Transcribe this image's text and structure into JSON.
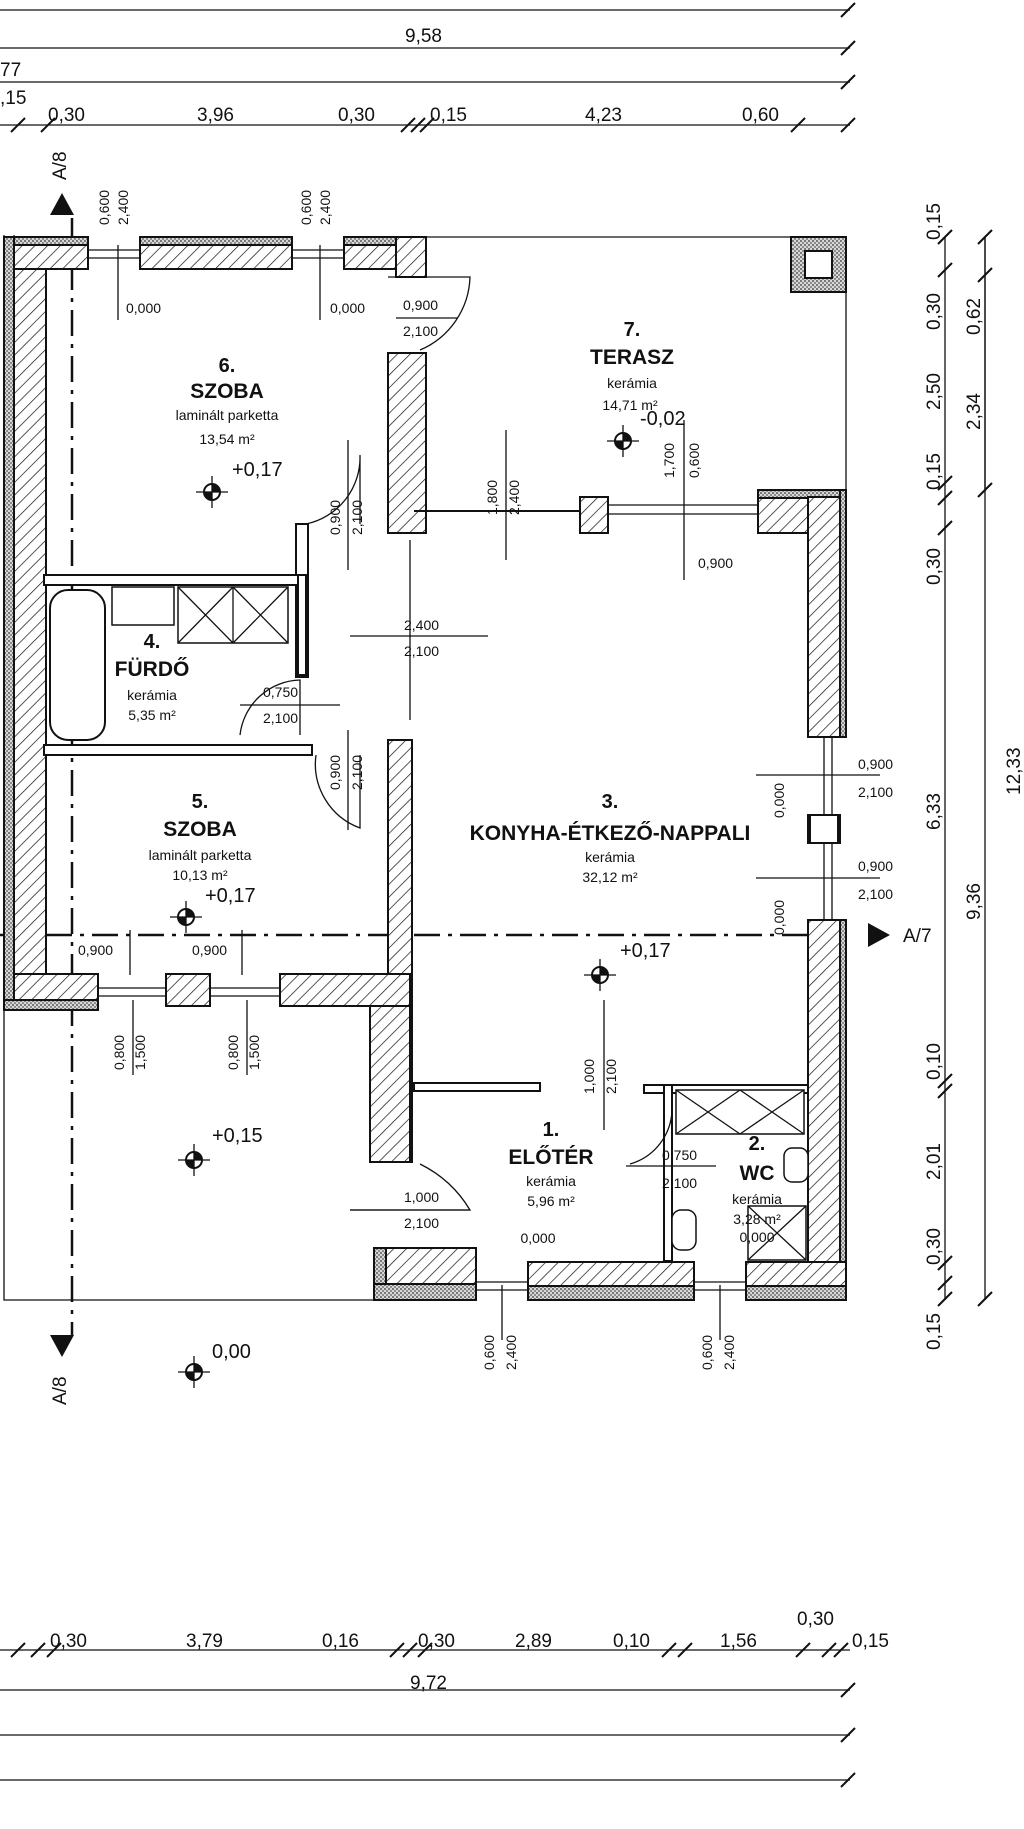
{
  "dimensions": {
    "top_total": "9,58",
    "top_partial_left_a": "77",
    "top_partial_left_b": ",15",
    "top_row": [
      "0,30",
      "3,96",
      "0,30",
      "0,15",
      "4,23",
      "0,60"
    ],
    "bottom_row": [
      "0,30",
      "3,79",
      "0,16",
      "0,30",
      "2,89",
      "0,10",
      "1,56",
      "0,30",
      "0,15"
    ],
    "bottom_total": "9,72",
    "right_row": [
      "0,15",
      "0,30",
      "2,50",
      "0,15",
      "0,30",
      "6,33",
      "0,10",
      "2,01",
      "0,30",
      "0,15"
    ],
    "right_mid": [
      "0,62",
      "2,34",
      "9,36"
    ],
    "right_total": "12,33"
  },
  "openings": {
    "w_top_1": [
      "0,600",
      "2,400"
    ],
    "w_top_2": [
      "0,600",
      "2,400"
    ],
    "w_left_1": [
      "0,800",
      "1,500"
    ],
    "w_left_2": [
      "0,800",
      "1,500"
    ],
    "w_bottom_1": [
      "0,600",
      "2,400"
    ],
    "w_bottom_2": [
      "0,600",
      "2,400"
    ],
    "terrace_window": [
      "1,700",
      "0,600"
    ],
    "terrace_opening": [
      "1,800",
      "2,400"
    ],
    "door_6": [
      "0,900",
      "2,100"
    ],
    "door_6_corridor": [
      "0,900",
      "2,100"
    ],
    "door_5": [
      "0,900",
      "2,100"
    ],
    "door_4": [
      "0,750",
      "2,100"
    ],
    "door_3": [
      "1,000",
      "2,100"
    ],
    "door_2": [
      "0,750",
      "2,100"
    ],
    "door_1": [
      "1,000",
      "2,100"
    ],
    "corridor": [
      "2,400",
      "2,100"
    ],
    "right_opening_a": [
      "0,900",
      "2,100"
    ],
    "right_opening_b": [
      "0,900",
      "2,100"
    ],
    "sill_labels": [
      "0,000",
      "0,000",
      "0,000",
      "0,000",
      "0,000"
    ],
    "sill_top_room6_a": "0,000",
    "sill_top_room6_b": "0,000",
    "sill_terrace": "0,900",
    "sill_room5_a": "0,900",
    "sill_room5_b": "0,900"
  },
  "rooms": [
    {
      "num": "6.",
      "name": "SZOBA",
      "floor": "laminált parketta",
      "area": "13,54 m²",
      "level": "+0,17"
    },
    {
      "num": "7.",
      "name": "TERASZ",
      "floor": "kerámia",
      "area": "14,71 m²",
      "level": "-0,02"
    },
    {
      "num": "4.",
      "name": "FÜRDŐ",
      "floor": "kerámia",
      "area": "5,35 m²"
    },
    {
      "num": "5.",
      "name": "SZOBA",
      "floor": "laminált parketta",
      "area": "10,13 m²",
      "level": "+0,17"
    },
    {
      "num": "3.",
      "name": "KONYHA-ÉTKEZŐ-NAPPALI",
      "floor": "kerámia",
      "area": "32,12 m²",
      "level": "+0,17"
    },
    {
      "num": "1.",
      "name": "ELŐTÉR",
      "floor": "kerámia",
      "area": "5,96 m²",
      "sill": "0,000"
    },
    {
      "num": "2.",
      "name": "WC",
      "floor": "kerámia",
      "area": "3,28 m²",
      "sill": "0,000"
    }
  ],
  "levels": {
    "outside_west": "+0,15",
    "ground": "0,00"
  },
  "section_marks": {
    "a8": "A/8",
    "a7": "A/7"
  }
}
